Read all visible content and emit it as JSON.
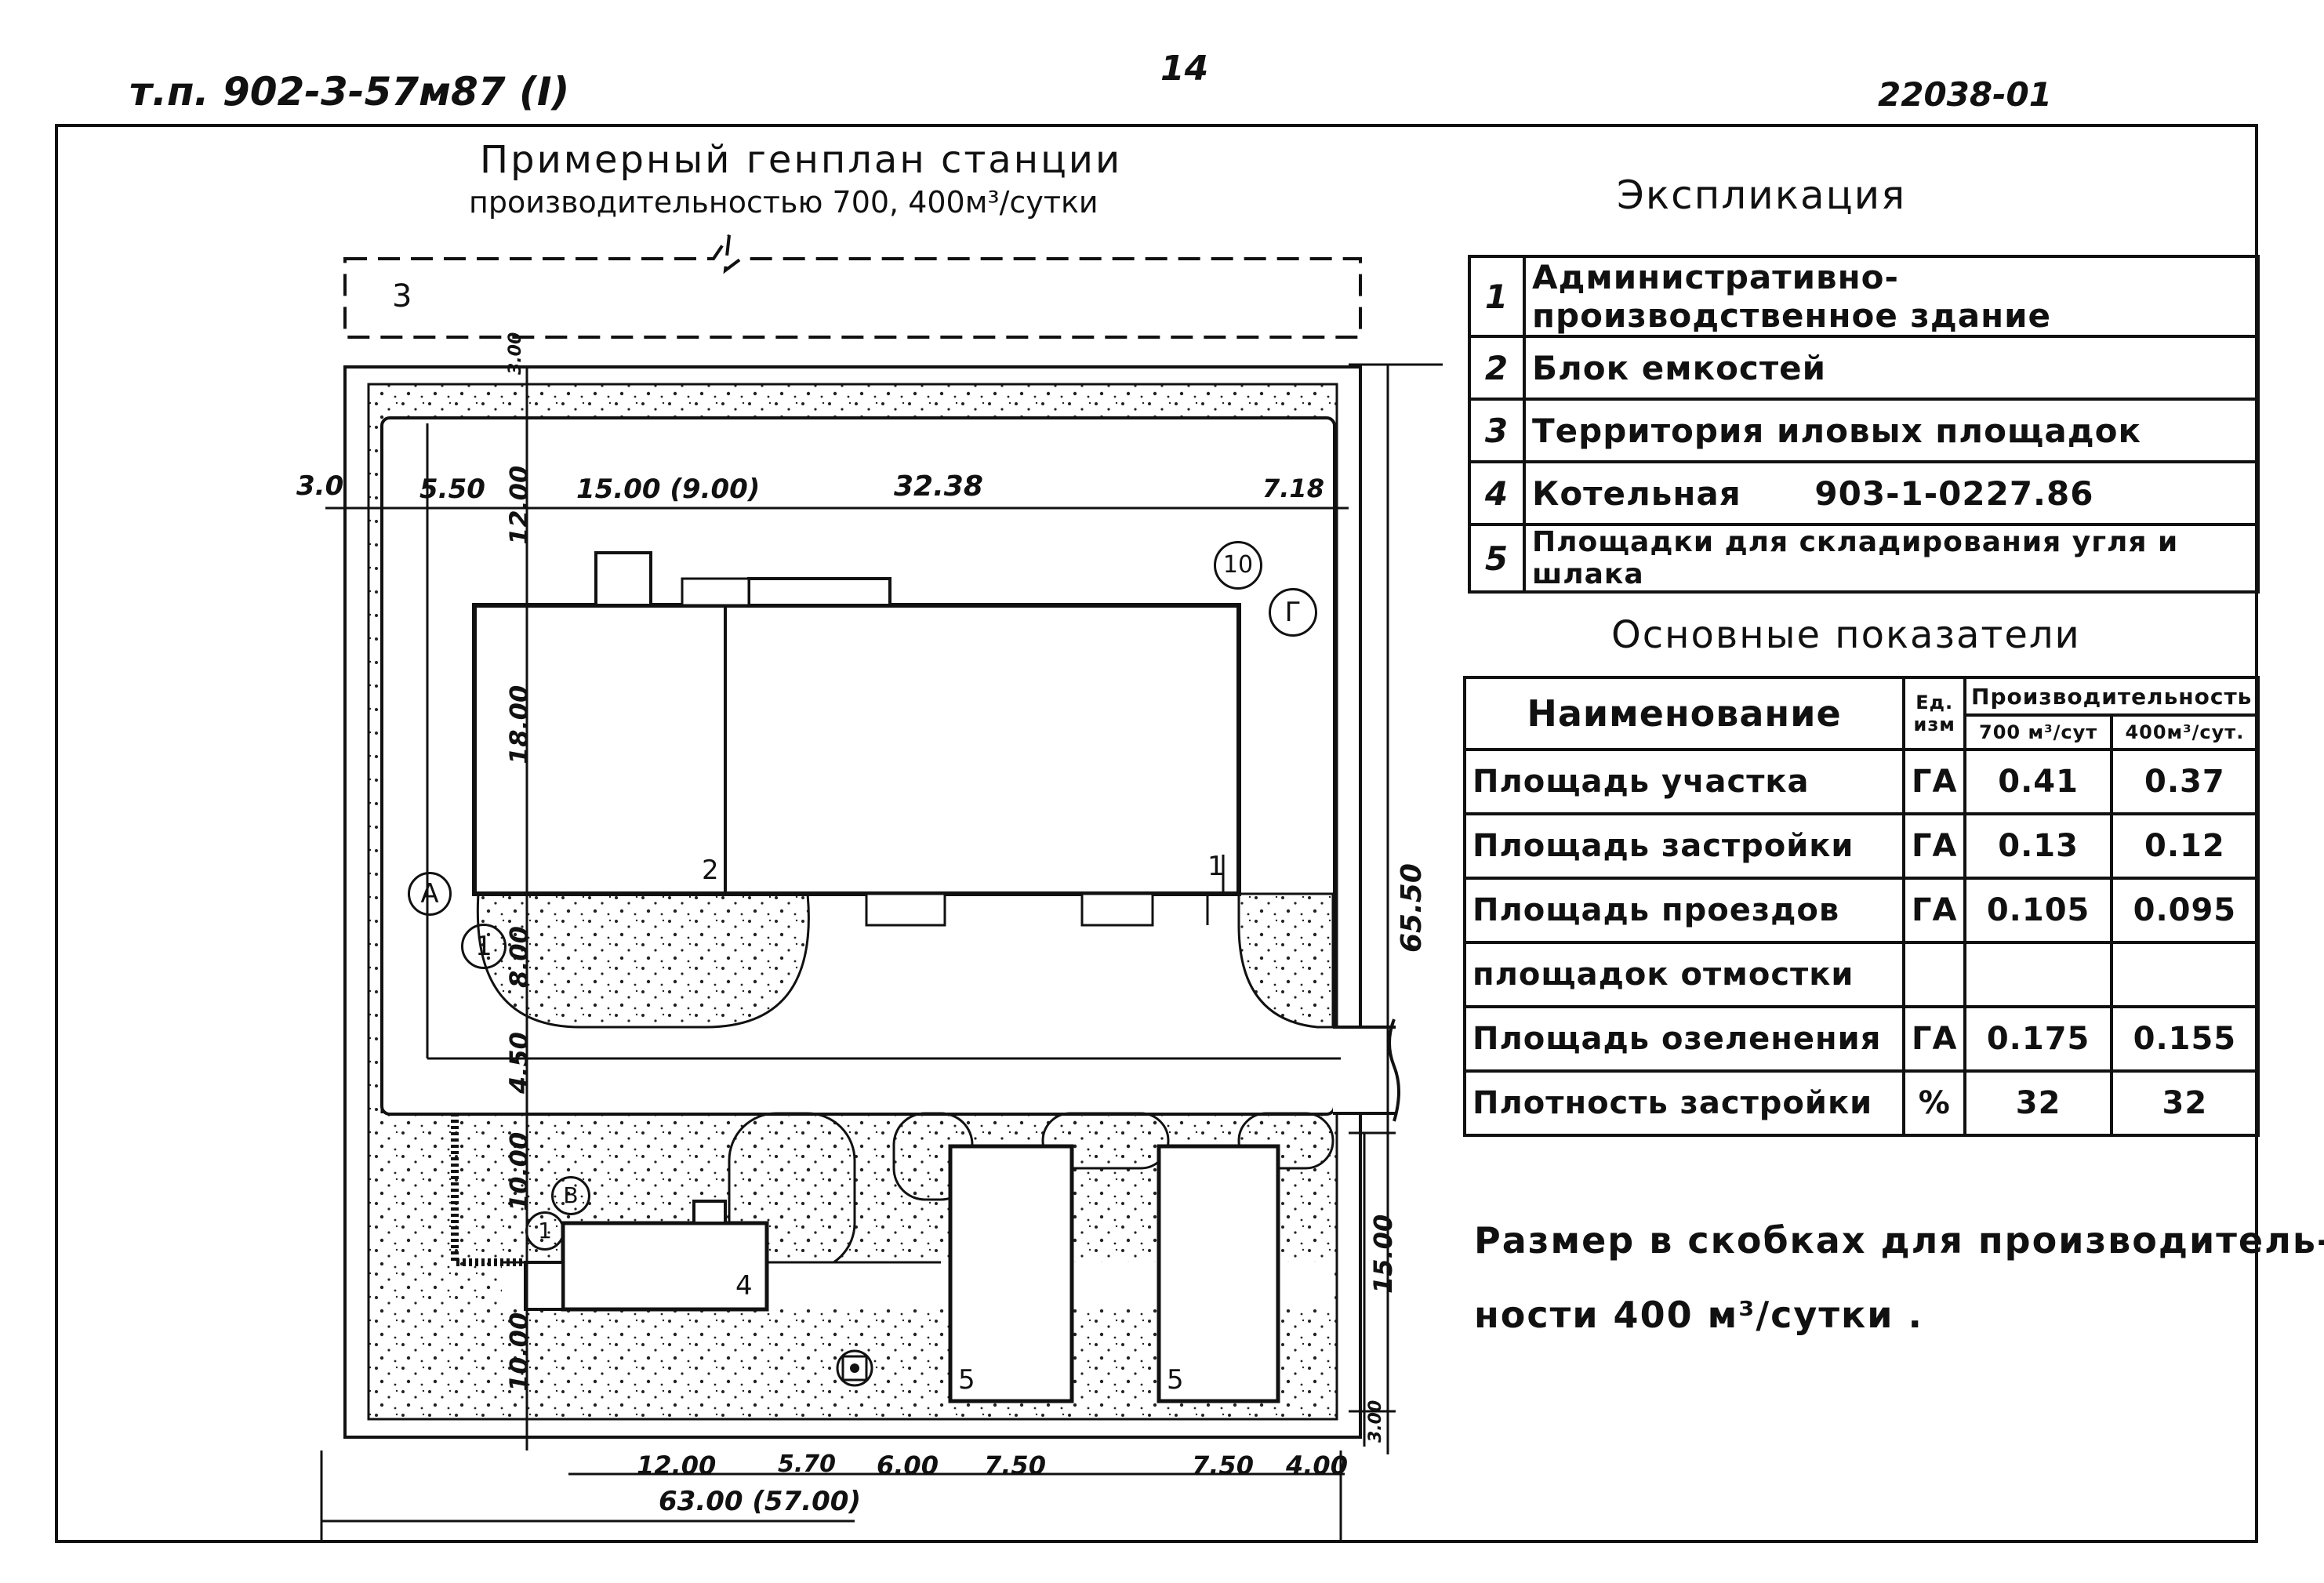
{
  "header": {
    "doc_code": "т.п. 902-3-57м87 (I)",
    "page_number": "14",
    "sheet_code": "22038-01"
  },
  "plan": {
    "title_line1": "Примерный генплан станции",
    "title_line2": "производительностью 700, 400м³/сутки",
    "zone_label": "3",
    "building_labels": [
      "2",
      "1",
      "4",
      "5",
      "5"
    ],
    "axis_markers": [
      "А",
      "1",
      "10",
      "Г",
      "В",
      "1"
    ],
    "dimensions_top": [
      "3.0",
      "5.50",
      "15.00 (9.00)",
      "32.38",
      "7.18"
    ],
    "dimensions_left": [
      "3.00",
      "12.00",
      "18.00",
      "8.00",
      "4.50",
      "10.00",
      "10.00"
    ],
    "dimensions_right": [
      "65.50",
      "15.00",
      "3.00"
    ],
    "dimensions_bottom": [
      "12.00",
      "5.70",
      "6.00",
      "7.50",
      "7.50",
      "4.00"
    ],
    "total_width": "63.00 (57.00)"
  },
  "explication": {
    "title": "Экспликация",
    "items": [
      {
        "num": "1",
        "name": "Административно-производственное здание"
      },
      {
        "num": "2",
        "name": "Блок емкостей"
      },
      {
        "num": "3",
        "name": "Территория иловых площадок"
      },
      {
        "num": "4",
        "name": "Котельная      903-1-0227.86"
      },
      {
        "num": "5",
        "name": "Площадки для складирования угля и шлака"
      }
    ]
  },
  "indicators": {
    "title": "Основные показатели",
    "col_name": "Наименование",
    "col_unit": "Ед. изм",
    "col_capacity": "Производительность",
    "col_700": "700 м³/сут",
    "col_400": "400м³/сут.",
    "rows": [
      {
        "name": "Площадь участка",
        "unit": "ГА",
        "v700": "0.41",
        "v400": "0.37"
      },
      {
        "name": "Площадь застройки",
        "unit": "ГА",
        "v700": "0.13",
        "v400": "0.12"
      },
      {
        "name": "Площадь проездов",
        "unit": "ГА",
        "v700": "0.105",
        "v400": "0.095"
      },
      {
        "name": "площадок отмостки",
        "unit": "",
        "v700": "",
        "v400": ""
      },
      {
        "name": "Площадь озеленения",
        "unit": "ГА",
        "v700": "0.175",
        "v400": "0.155"
      },
      {
        "name": "Плотность застройки",
        "unit": "%",
        "v700": "32",
        "v400": "32"
      }
    ]
  },
  "note": {
    "line1": "Размер в скобках для производитель-",
    "line2": "ности   400 м³/сутки ."
  }
}
